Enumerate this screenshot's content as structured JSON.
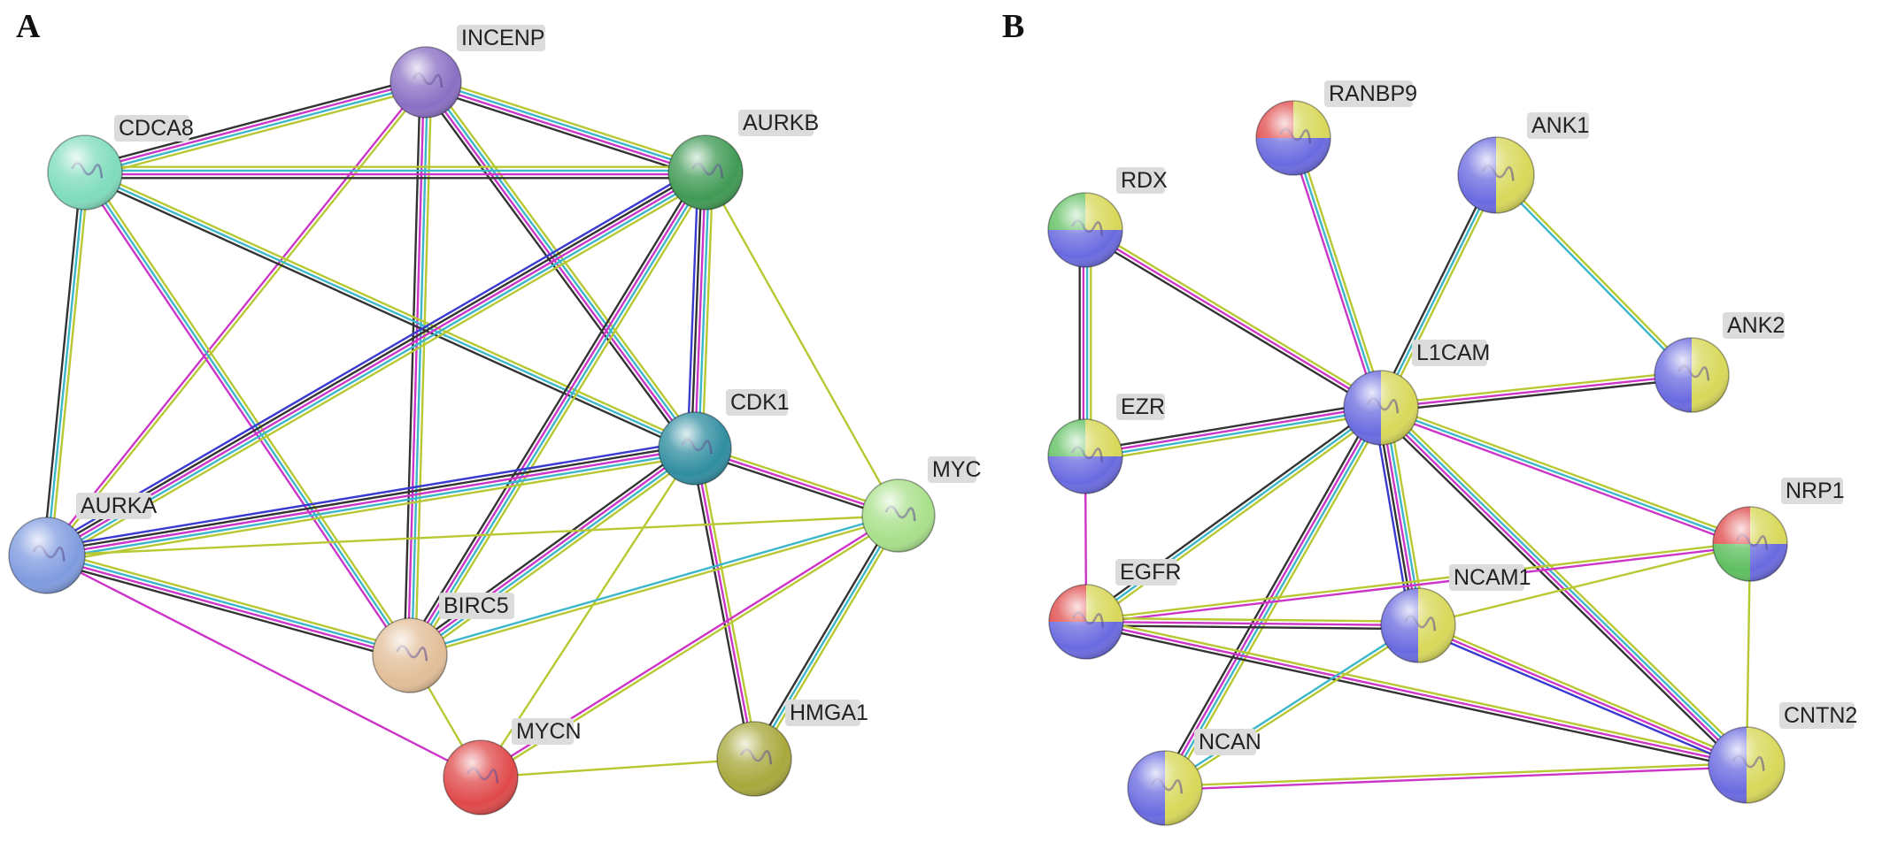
{
  "panels": [
    {
      "letter": "A",
      "nodes": [
        {
          "id": "INCENP",
          "label": "INCENP",
          "colors": [
            "#8a6fc4"
          ]
        },
        {
          "id": "CDCA8",
          "label": "CDCA8",
          "colors": [
            "#7fdcbd"
          ]
        },
        {
          "id": "AURKB",
          "label": "AURKB",
          "colors": [
            "#3f9a54"
          ]
        },
        {
          "id": "CDK1",
          "label": "CDK1",
          "colors": [
            "#2f8da0"
          ]
        },
        {
          "id": "MYC",
          "label": "MYC",
          "colors": [
            "#a8e08a"
          ]
        },
        {
          "id": "AURKA",
          "label": "AURKA",
          "colors": [
            "#7f9be0"
          ]
        },
        {
          "id": "BIRC5",
          "label": "BIRC5",
          "colors": [
            "#e2be98"
          ]
        },
        {
          "id": "MYCN",
          "label": "MYCN",
          "colors": [
            "#e0494a"
          ]
        },
        {
          "id": "HMGA1",
          "label": "HMGA1",
          "colors": [
            "#a8a83c"
          ]
        }
      ],
      "edges": [
        {
          "a": "INCENP",
          "b": "CDCA8",
          "types": [
            "yellow",
            "cyan",
            "magenta",
            "black"
          ]
        },
        {
          "a": "INCENP",
          "b": "AURKB",
          "types": [
            "yellow",
            "cyan",
            "magenta",
            "black"
          ]
        },
        {
          "a": "INCENP",
          "b": "CDK1",
          "types": [
            "yellow",
            "cyan",
            "magenta",
            "black"
          ]
        },
        {
          "a": "INCENP",
          "b": "AURKA",
          "types": [
            "yellow",
            "magenta"
          ]
        },
        {
          "a": "INCENP",
          "b": "BIRC5",
          "types": [
            "yellow",
            "cyan",
            "magenta",
            "black"
          ]
        },
        {
          "a": "CDCA8",
          "b": "AURKB",
          "types": [
            "yellow",
            "cyan",
            "magenta",
            "black"
          ]
        },
        {
          "a": "CDCA8",
          "b": "CDK1",
          "types": [
            "yellow",
            "cyan",
            "black"
          ]
        },
        {
          "a": "CDCA8",
          "b": "AURKA",
          "types": [
            "yellow",
            "cyan",
            "black"
          ]
        },
        {
          "a": "CDCA8",
          "b": "BIRC5",
          "types": [
            "yellow",
            "cyan",
            "magenta"
          ]
        },
        {
          "a": "AURKB",
          "b": "CDK1",
          "types": [
            "yellow",
            "cyan",
            "magenta",
            "black",
            "blue"
          ]
        },
        {
          "a": "AURKB",
          "b": "AURKA",
          "types": [
            "yellow",
            "cyan",
            "magenta",
            "black",
            "blue"
          ]
        },
        {
          "a": "AURKB",
          "b": "BIRC5",
          "types": [
            "yellow",
            "cyan",
            "magenta",
            "black"
          ]
        },
        {
          "a": "AURKB",
          "b": "MYC",
          "types": [
            "yellow"
          ]
        },
        {
          "a": "CDK1",
          "b": "AURKA",
          "types": [
            "yellow",
            "cyan",
            "magenta",
            "black",
            "blue"
          ]
        },
        {
          "a": "CDK1",
          "b": "BIRC5",
          "types": [
            "yellow",
            "cyan",
            "magenta",
            "black"
          ]
        },
        {
          "a": "CDK1",
          "b": "MYC",
          "types": [
            "yellow",
            "magenta",
            "black"
          ]
        },
        {
          "a": "CDK1",
          "b": "MYCN",
          "types": [
            "yellow"
          ]
        },
        {
          "a": "CDK1",
          "b": "HMGA1",
          "types": [
            "yellow",
            "magenta",
            "black"
          ]
        },
        {
          "a": "MYC",
          "b": "AURKA",
          "types": [
            "yellow"
          ]
        },
        {
          "a": "MYC",
          "b": "BIRC5",
          "types": [
            "yellow",
            "cyan"
          ]
        },
        {
          "a": "MYC",
          "b": "MYCN",
          "types": [
            "yellow",
            "magenta"
          ]
        },
        {
          "a": "MYC",
          "b": "HMGA1",
          "types": [
            "yellow",
            "cyan",
            "black"
          ]
        },
        {
          "a": "AURKA",
          "b": "BIRC5",
          "types": [
            "yellow",
            "cyan",
            "magenta",
            "black"
          ]
        },
        {
          "a": "AURKA",
          "b": "MYCN",
          "types": [
            "magenta"
          ]
        },
        {
          "a": "BIRC5",
          "b": "MYCN",
          "types": [
            "yellow"
          ]
        },
        {
          "a": "MYCN",
          "b": "HMGA1",
          "types": [
            "yellow"
          ]
        }
      ]
    },
    {
      "letter": "B",
      "nodes": [
        {
          "id": "RANBP9",
          "label": "RANBP9",
          "colors": [
            "#e0494a",
            "#d8d85a",
            "#6a6ae0"
          ]
        },
        {
          "id": "ANK1",
          "label": "ANK1",
          "colors": [
            "#d8d85a",
            "#6a6ae0"
          ]
        },
        {
          "id": "RDX",
          "label": "RDX",
          "colors": [
            "#5fbf5f",
            "#d8d85a",
            "#6a6ae0"
          ]
        },
        {
          "id": "L1CAM",
          "label": "L1CAM",
          "colors": [
            "#d8d85a",
            "#6a6ae0"
          ]
        },
        {
          "id": "ANK2",
          "label": "ANK2",
          "colors": [
            "#d8d85a",
            "#6a6ae0"
          ]
        },
        {
          "id": "EZR",
          "label": "EZR",
          "colors": [
            "#5fbf5f",
            "#d8d85a",
            "#6a6ae0"
          ]
        },
        {
          "id": "NRP1",
          "label": "NRP1",
          "colors": [
            "#e0494a",
            "#d8d85a",
            "#6a6ae0",
            "#5fbf5f"
          ]
        },
        {
          "id": "EGFR",
          "label": "EGFR",
          "colors": [
            "#e0494a",
            "#d8d85a",
            "#6a6ae0"
          ]
        },
        {
          "id": "NCAM1",
          "label": "NCAM1",
          "colors": [
            "#d8d85a",
            "#6a6ae0"
          ]
        },
        {
          "id": "NCAN",
          "label": "NCAN",
          "colors": [
            "#d8d85a",
            "#6a6ae0"
          ]
        },
        {
          "id": "CNTN2",
          "label": "CNTN2",
          "colors": [
            "#d8d85a",
            "#6a6ae0"
          ]
        }
      ],
      "edges": [
        {
          "a": "RANBP9",
          "b": "L1CAM",
          "types": [
            "yellow",
            "cyan",
            "magenta"
          ]
        },
        {
          "a": "ANK1",
          "b": "L1CAM",
          "types": [
            "yellow",
            "cyan",
            "black"
          ]
        },
        {
          "a": "ANK1",
          "b": "ANK2",
          "types": [
            "yellow",
            "cyan"
          ]
        },
        {
          "a": "RDX",
          "b": "L1CAM",
          "types": [
            "yellow",
            "magenta",
            "black"
          ]
        },
        {
          "a": "RDX",
          "b": "EZR",
          "types": [
            "yellow",
            "cyan",
            "magenta",
            "black"
          ]
        },
        {
          "a": "L1CAM",
          "b": "ANK2",
          "types": [
            "yellow",
            "magenta",
            "black"
          ]
        },
        {
          "a": "L1CAM",
          "b": "EZR",
          "types": [
            "yellow",
            "cyan",
            "magenta",
            "black"
          ]
        },
        {
          "a": "L1CAM",
          "b": "NRP1",
          "types": [
            "yellow",
            "cyan",
            "magenta"
          ]
        },
        {
          "a": "L1CAM",
          "b": "EGFR",
          "types": [
            "yellow",
            "cyan",
            "black"
          ]
        },
        {
          "a": "L1CAM",
          "b": "NCAM1",
          "types": [
            "yellow",
            "cyan",
            "magenta",
            "black",
            "blue"
          ]
        },
        {
          "a": "L1CAM",
          "b": "NCAN",
          "types": [
            "yellow",
            "cyan",
            "magenta",
            "black"
          ]
        },
        {
          "a": "L1CAM",
          "b": "CNTN2",
          "types": [
            "yellow",
            "cyan",
            "magenta",
            "black"
          ]
        },
        {
          "a": "EZR",
          "b": "EGFR",
          "types": [
            "magenta"
          ]
        },
        {
          "a": "NRP1",
          "b": "EGFR",
          "types": [
            "magenta",
            "yellow"
          ]
        },
        {
          "a": "NRP1",
          "b": "NCAM1",
          "types": [
            "yellow"
          ]
        },
        {
          "a": "NRP1",
          "b": "CNTN2",
          "types": [
            "yellow"
          ]
        },
        {
          "a": "EGFR",
          "b": "NCAM1",
          "types": [
            "yellow",
            "magenta",
            "black"
          ]
        },
        {
          "a": "EGFR",
          "b": "CNTN2",
          "types": [
            "yellow",
            "magenta",
            "black"
          ]
        },
        {
          "a": "NCAM1",
          "b": "NCAN",
          "types": [
            "yellow",
            "cyan"
          ]
        },
        {
          "a": "NCAM1",
          "b": "CNTN2",
          "types": [
            "yellow",
            "magenta",
            "blue"
          ]
        },
        {
          "a": "NCAN",
          "b": "CNTN2",
          "types": [
            "yellow",
            "magenta"
          ]
        }
      ]
    }
  ],
  "edge_colors": {
    "yellow": "#b8c832",
    "cyan": "#3bb7c9",
    "magenta": "#cc35c8",
    "black": "#333333",
    "blue": "#3a3ad0"
  }
}
